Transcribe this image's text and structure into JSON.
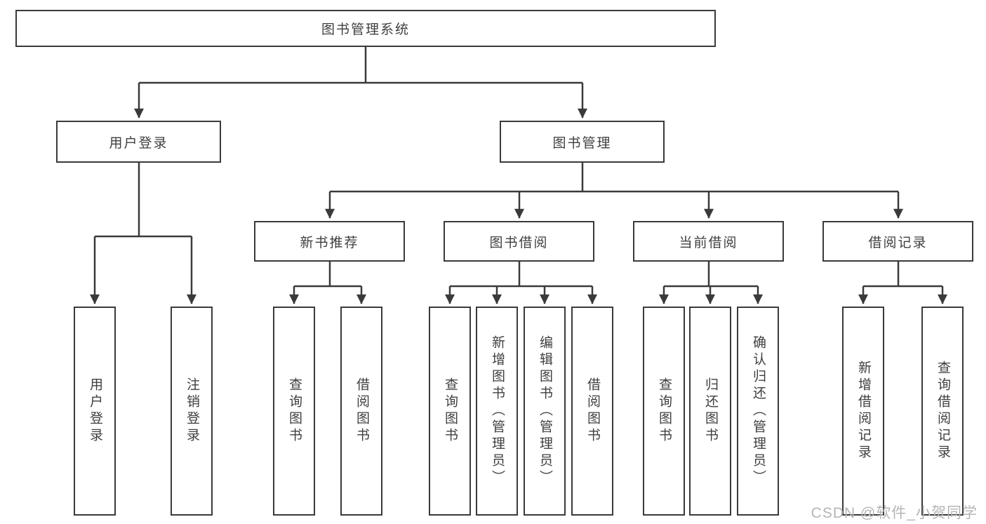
{
  "diagram": {
    "root": {
      "label": "图书管理系统"
    },
    "branches": [
      {
        "label": "用户登录",
        "children": [
          {
            "label": "用户登录"
          },
          {
            "label": "注销登录"
          }
        ]
      },
      {
        "label": "图书管理",
        "children": [
          {
            "label": "新书推荐",
            "children": [
              {
                "label": "查询图书"
              },
              {
                "label": "借阅图书"
              }
            ]
          },
          {
            "label": "图书借阅",
            "children": [
              {
                "label": "查询图书"
              },
              {
                "label": "新增图书（管理员）"
              },
              {
                "label": "编辑图书（管理员）"
              },
              {
                "label": "借阅图书"
              }
            ]
          },
          {
            "label": "当前借阅",
            "children": [
              {
                "label": "查询图书"
              },
              {
                "label": "归还图书"
              },
              {
                "label": "确认归还（管理员）"
              }
            ]
          },
          {
            "label": "借阅记录",
            "children": [
              {
                "label": "新增借阅记录"
              },
              {
                "label": "查询借阅记录"
              }
            ]
          }
        ]
      }
    ]
  },
  "watermark": {
    "text": "CSDN @软件_小贺同学"
  },
  "colors": {
    "line": "#3a3a3a",
    "text": "#3f3f3f",
    "background": "#ffffff",
    "watermark": "#b5b5b5"
  }
}
